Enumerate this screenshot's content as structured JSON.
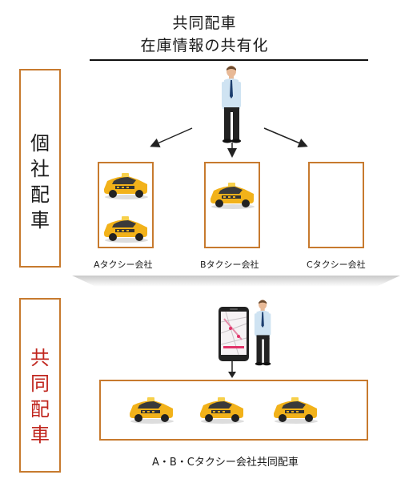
{
  "header": {
    "title_line1": "共同配車",
    "title_line2": "在庫情報の共有化"
  },
  "individual": {
    "side_label": [
      "個",
      "社",
      "配",
      "車"
    ],
    "companies": [
      {
        "label": "Aタクシー会社",
        "taxis": 2
      },
      {
        "label": "Bタクシー会社",
        "taxis": 1
      },
      {
        "label": "Cタクシー会社",
        "taxis": 0
      }
    ]
  },
  "shared": {
    "side_label": [
      "共",
      "同",
      "配",
      "車"
    ],
    "pool_label": "A・B・Cタクシー会社共同配車",
    "taxis": 3
  },
  "colors": {
    "box_border": "#c77a2e",
    "shared_label": "#c0261e",
    "taxi_body": "#f2b21a"
  }
}
